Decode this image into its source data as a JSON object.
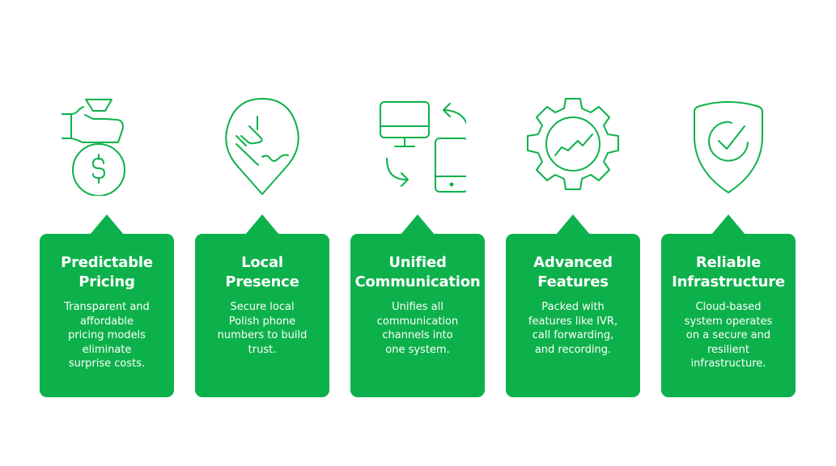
{
  "theme": {
    "accent": "#0db14b",
    "text_on_accent": "#ffffff",
    "background": "#ffffff"
  },
  "features": [
    {
      "icon": "money-bag-in-hand-icon",
      "title": "Predictable\nPricing",
      "description": "Transparent and\naffordable\npricing models\neliminate\nsurprise costs."
    },
    {
      "icon": "location-pin-icon",
      "title": "Local\nPresence",
      "description": "Secure local\nPolish phone\nnumbers to build\ntrust."
    },
    {
      "icon": "desktop-mobile-sync-icon",
      "title": "Unified\nCommunication",
      "description": "Unifies all\ncommunication\nchannels into\none system."
    },
    {
      "icon": "gear-chart-icon",
      "title": "Advanced\nFeatures",
      "description": "Packed with\nfeatures like IVR,\ncall forwarding,\nand recording."
    },
    {
      "icon": "shield-check-icon",
      "title": "Reliable\nInfrastructure",
      "description": "Cloud-based\nsystem operates\non a secure and\nresilient\ninfrastructure."
    }
  ]
}
